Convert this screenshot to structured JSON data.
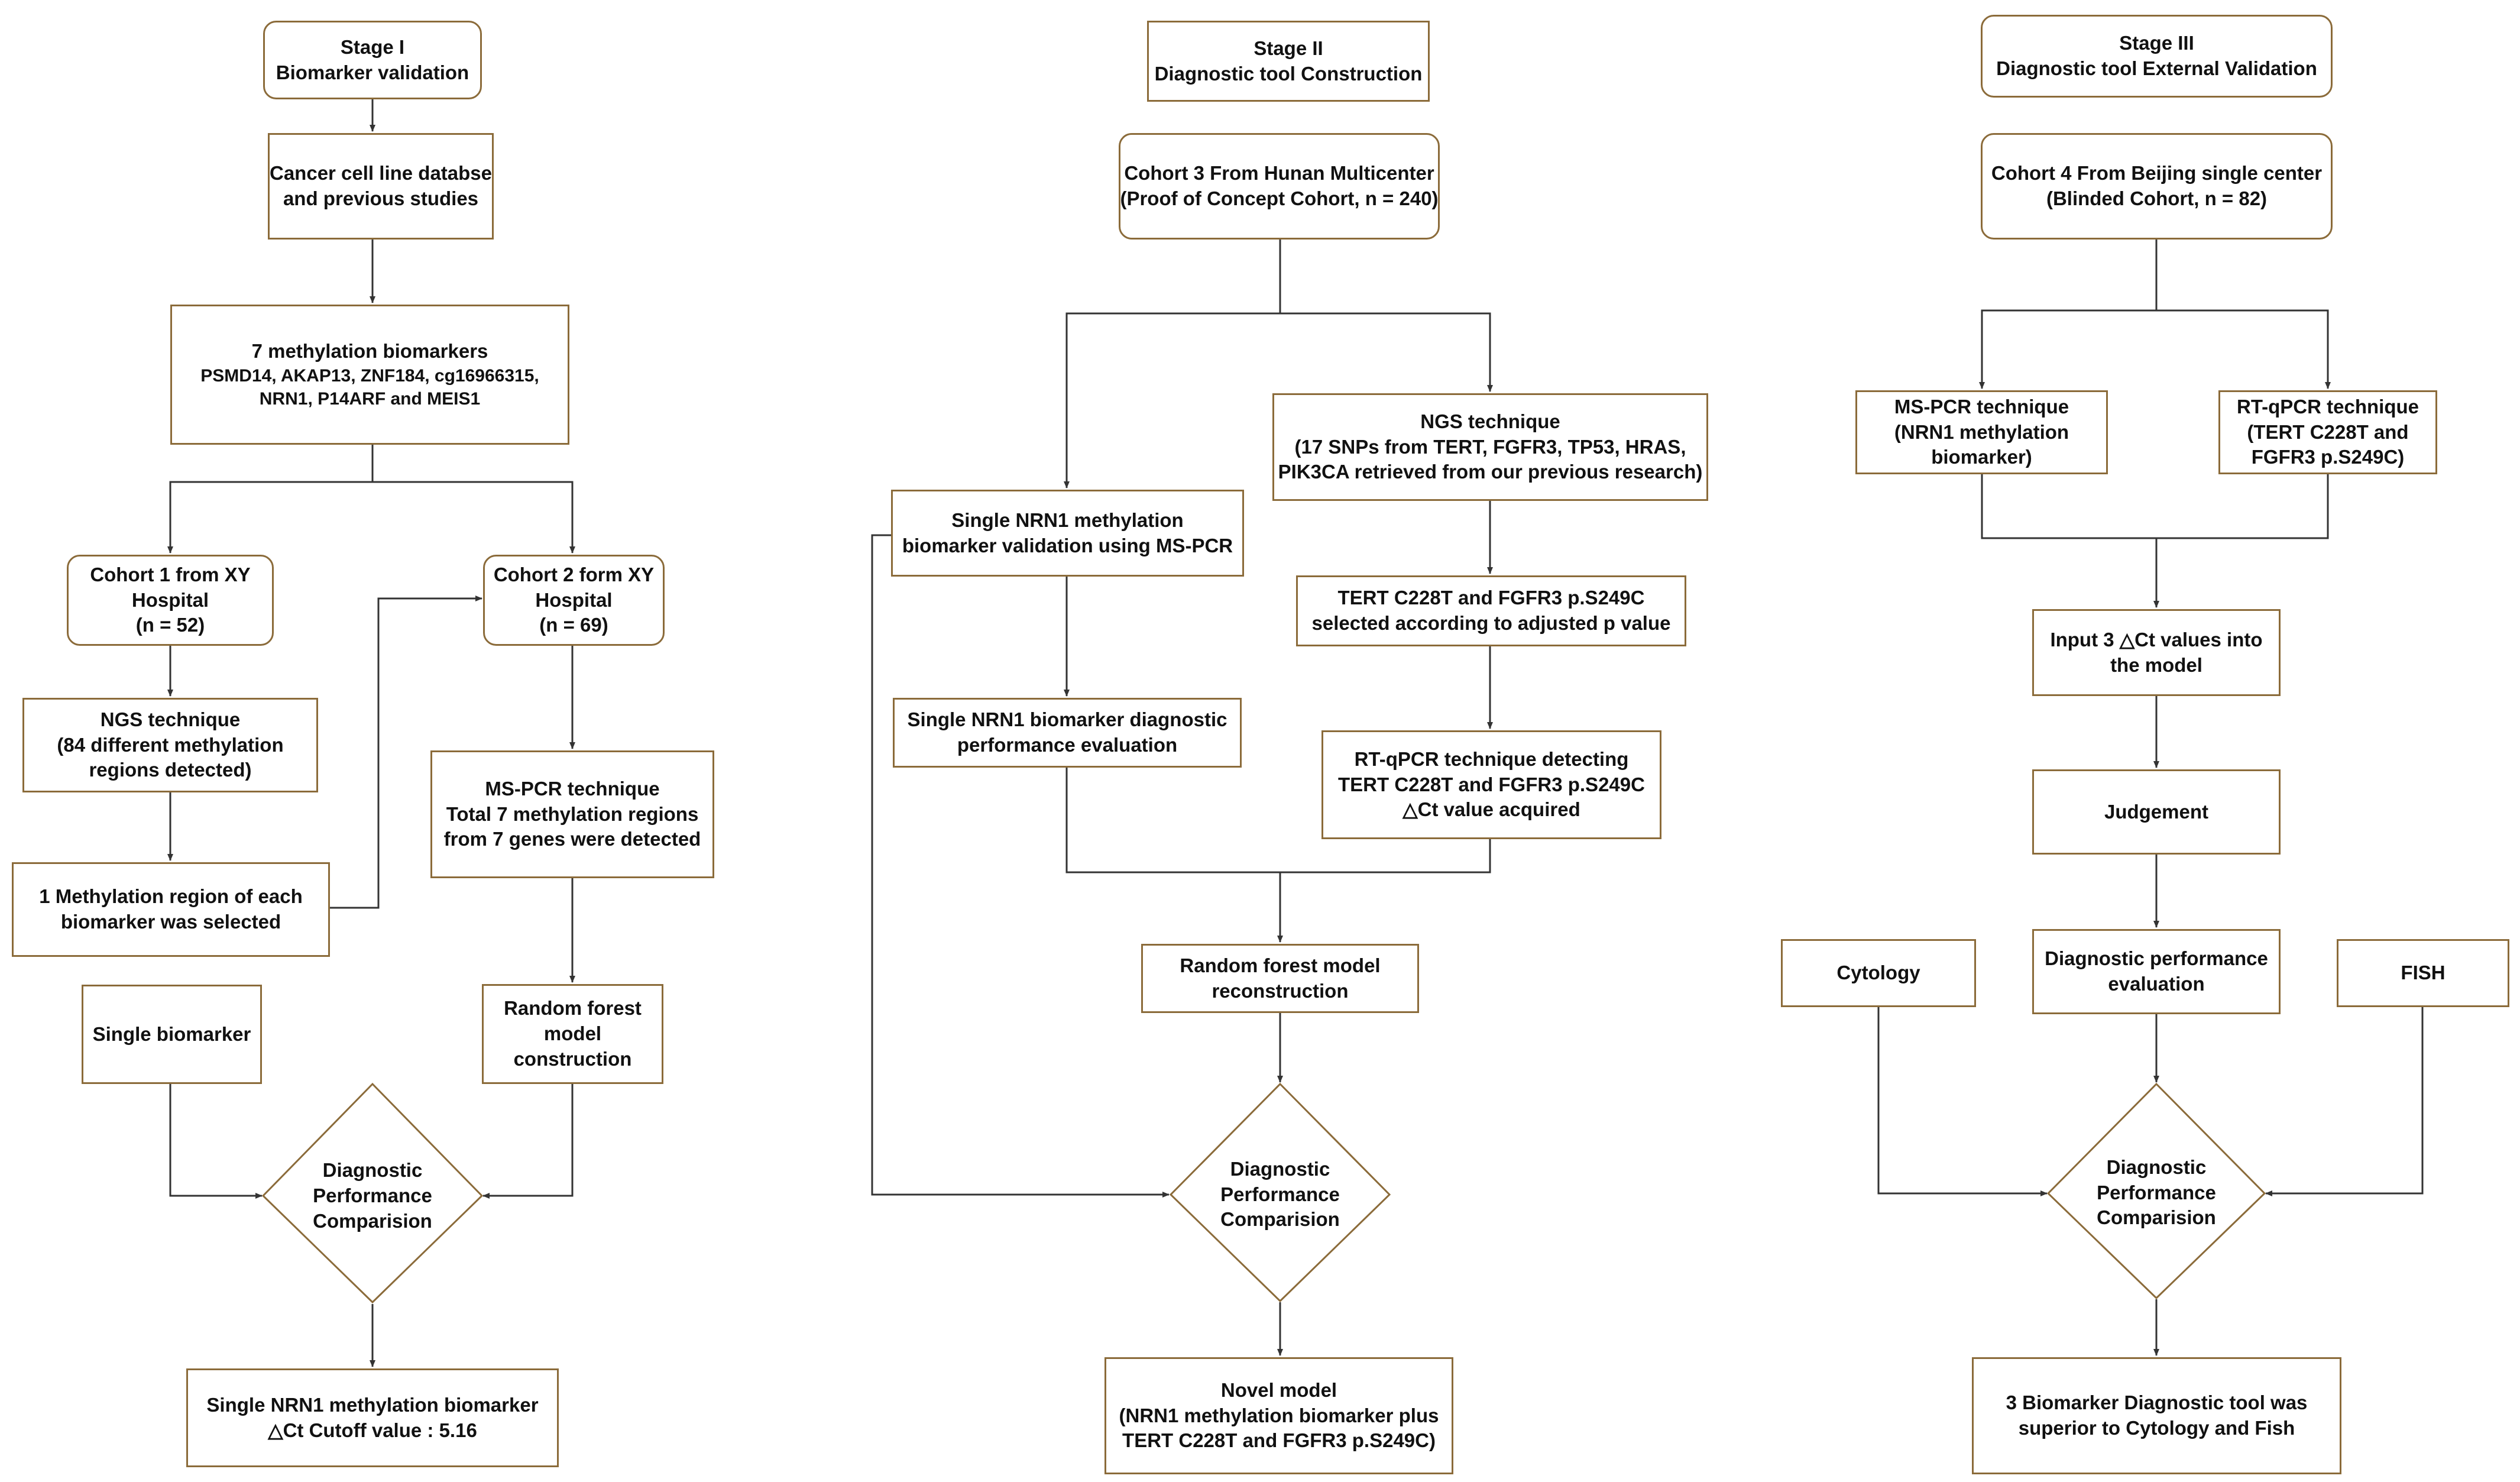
{
  "stage1": {
    "header": [
      "Stage I",
      "Biomarker validation"
    ],
    "source": [
      "Cancer cell line databse",
      "and previous studies"
    ],
    "biomarkers_title": "7 methylation biomarkers",
    "biomarkers_list": [
      "PSMD14, AKAP13, ZNF184, cg16966315,",
      "NRN1, P14ARF and MEIS1"
    ],
    "cohort1": [
      "Cohort 1 from XY",
      "Hospital",
      "(n = 52)"
    ],
    "cohort2": [
      "Cohort 2 form XY",
      "Hospital",
      "(n = 69)"
    ],
    "ngs": [
      "NGS technique",
      "(84 different methylation",
      "regions detected)"
    ],
    "region": [
      "1 Methylation region of each",
      "biomarker was selected"
    ],
    "mspcr": [
      "MS-PCR technique",
      "Total 7 methylation regions",
      "from 7 genes were detected"
    ],
    "single": "Single biomarker",
    "rf": [
      "Random forest",
      "model",
      "construction"
    ],
    "decision": [
      "Diagnostic",
      "Performance",
      "Comparision"
    ],
    "result": [
      "Single NRN1 methylation biomarker",
      "△Ct Cutoff value : 5.16"
    ]
  },
  "stage2": {
    "header": [
      "Stage II",
      "Diagnostic tool Construction"
    ],
    "cohort3": [
      "Cohort 3 From Hunan Multicenter",
      "(Proof of Concept Cohort, n = 240)"
    ],
    "single_validation": [
      "Single NRN1 methylation",
      "biomarker validation using MS-PCR"
    ],
    "ngs": [
      "NGS technique",
      "(17 SNPs from TERT, FGFR3, TP53, HRAS,",
      "PIK3CA retrieved from our previous research)"
    ],
    "selected": [
      "TERT C228T and FGFR3 p.S249C",
      "selected according to adjusted p value"
    ],
    "single_eval": [
      "Single NRN1 biomarker diagnostic",
      "performance evaluation"
    ],
    "rtqpcr": [
      "RT-qPCR technique detecting",
      "TERT C228T and FGFR3 p.S249C",
      "△Ct value acquired"
    ],
    "rf": [
      "Random forest model",
      "reconstruction"
    ],
    "decision": [
      "Diagnostic",
      "Performance",
      "Comparision"
    ],
    "result": [
      "Novel model",
      "(NRN1 methylation biomarker plus",
      "TERT C228T and FGFR3 p.S249C)"
    ]
  },
  "stage3": {
    "header": [
      "Stage III",
      "Diagnostic tool External Validation"
    ],
    "cohort4": [
      "Cohort 4 From Beijing single center",
      "(Blinded Cohort, n = 82)"
    ],
    "mspcr": [
      "MS-PCR technique",
      "(NRN1 methylation",
      "biomarker)"
    ],
    "rtqpcr": [
      "RT-qPCR technique",
      "(TERT C228T and",
      "FGFR3 p.S249C)"
    ],
    "input": [
      "Input 3 △Ct values into",
      "the model"
    ],
    "judgement": "Judgement",
    "cytology": "Cytology",
    "evaluation": [
      "Diagnostic performance",
      "evaluation"
    ],
    "fish": "FISH",
    "decision": [
      "Diagnostic",
      "Performance",
      "Comparision"
    ],
    "result": [
      "3 Biomarker Diagnostic tool was",
      "superior to Cytology and Fish"
    ]
  },
  "colors": {
    "box_border": "#8B6B3A",
    "connector": "#333333"
  }
}
